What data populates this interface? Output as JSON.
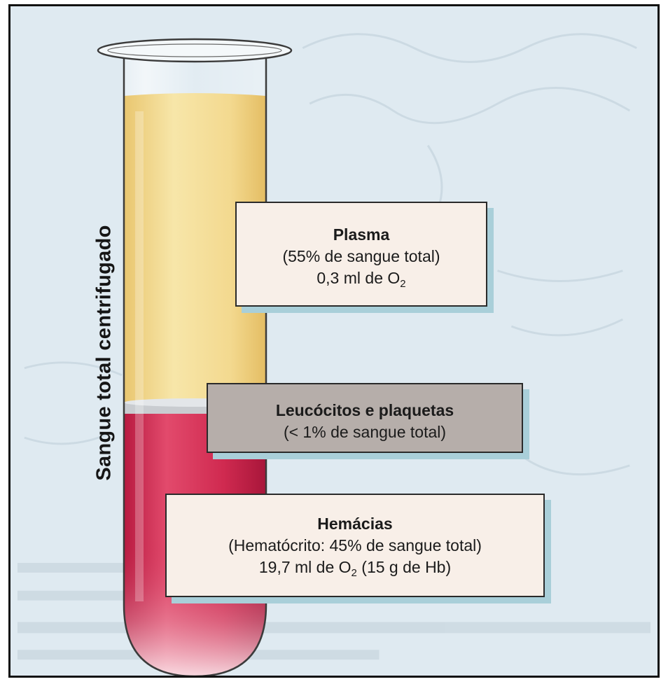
{
  "axis_label": "Sangue total centrifugado",
  "plasma": {
    "title": "Plasma",
    "line1": "(55% de sangue total)",
    "line2_prefix": "0,3 ml de O",
    "line2_sub": "2",
    "line2_suffix": ""
  },
  "leuco": {
    "title": "Leucócitos e plaquetas",
    "line1": "(< 1% de sangue total)"
  },
  "hemacias": {
    "title": "Hemácias",
    "line1": "(Hematócrito: 45% de sangue total)",
    "line2_prefix": "19,7 ml de O",
    "line2_sub": "2",
    "line2_suffix": " (15 g de Hb)"
  },
  "colors": {
    "background": "#dfeaf1",
    "plasma": "#f2d78a",
    "buffy_coat": "#c9ccd0",
    "red_cells": "#c8204a",
    "callout_light": "#f8efe8",
    "callout_gray": "#b6aeaa",
    "callout_shadow": "#a9cfd9"
  }
}
